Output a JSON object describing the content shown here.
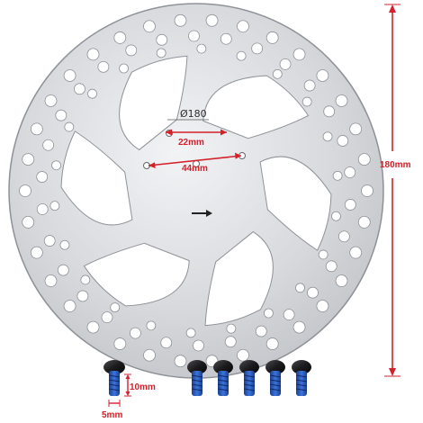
{
  "product": {
    "engraving": "Ø180",
    "dimensions": {
      "outer_diameter": "180mm",
      "center_hole": "22mm",
      "bolt_circle": "44mm",
      "bolt_length": "10mm",
      "bolt_width": "5mm"
    },
    "bolt_count": 6,
    "colors": {
      "dimension_red": "#d4202a",
      "rotor_steel": "#d9dadd",
      "bolt_black": "#1b1b1d",
      "thread_blue": "#2a5ec4"
    }
  }
}
